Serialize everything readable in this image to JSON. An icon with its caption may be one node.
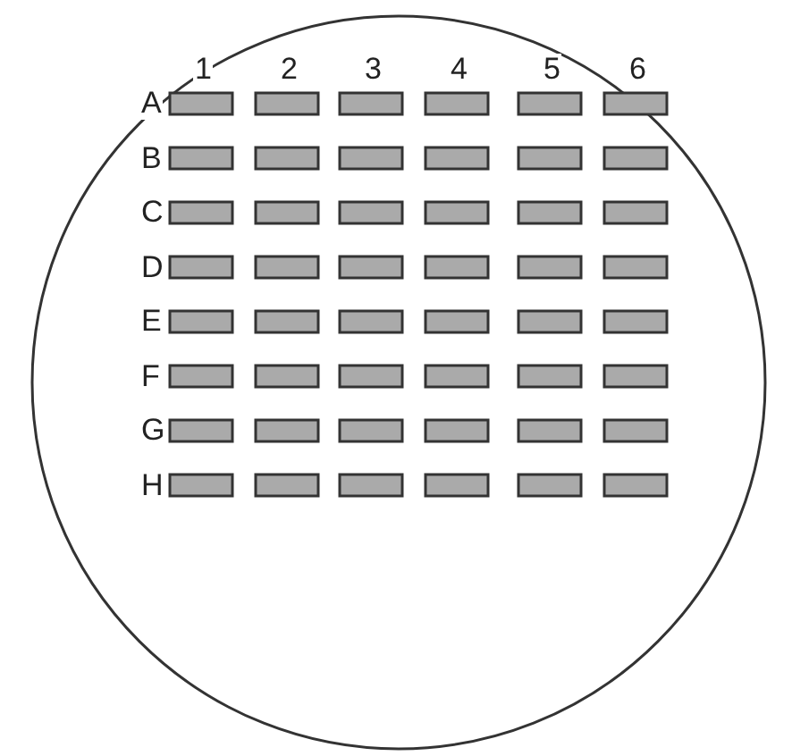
{
  "diagram": {
    "labels": [
      "1",
      "2",
      "3",
      "4",
      "5",
      "6",
      "A",
      "B",
      "C",
      "D",
      "E",
      "F",
      "G",
      "H"
    ]
  }
}
